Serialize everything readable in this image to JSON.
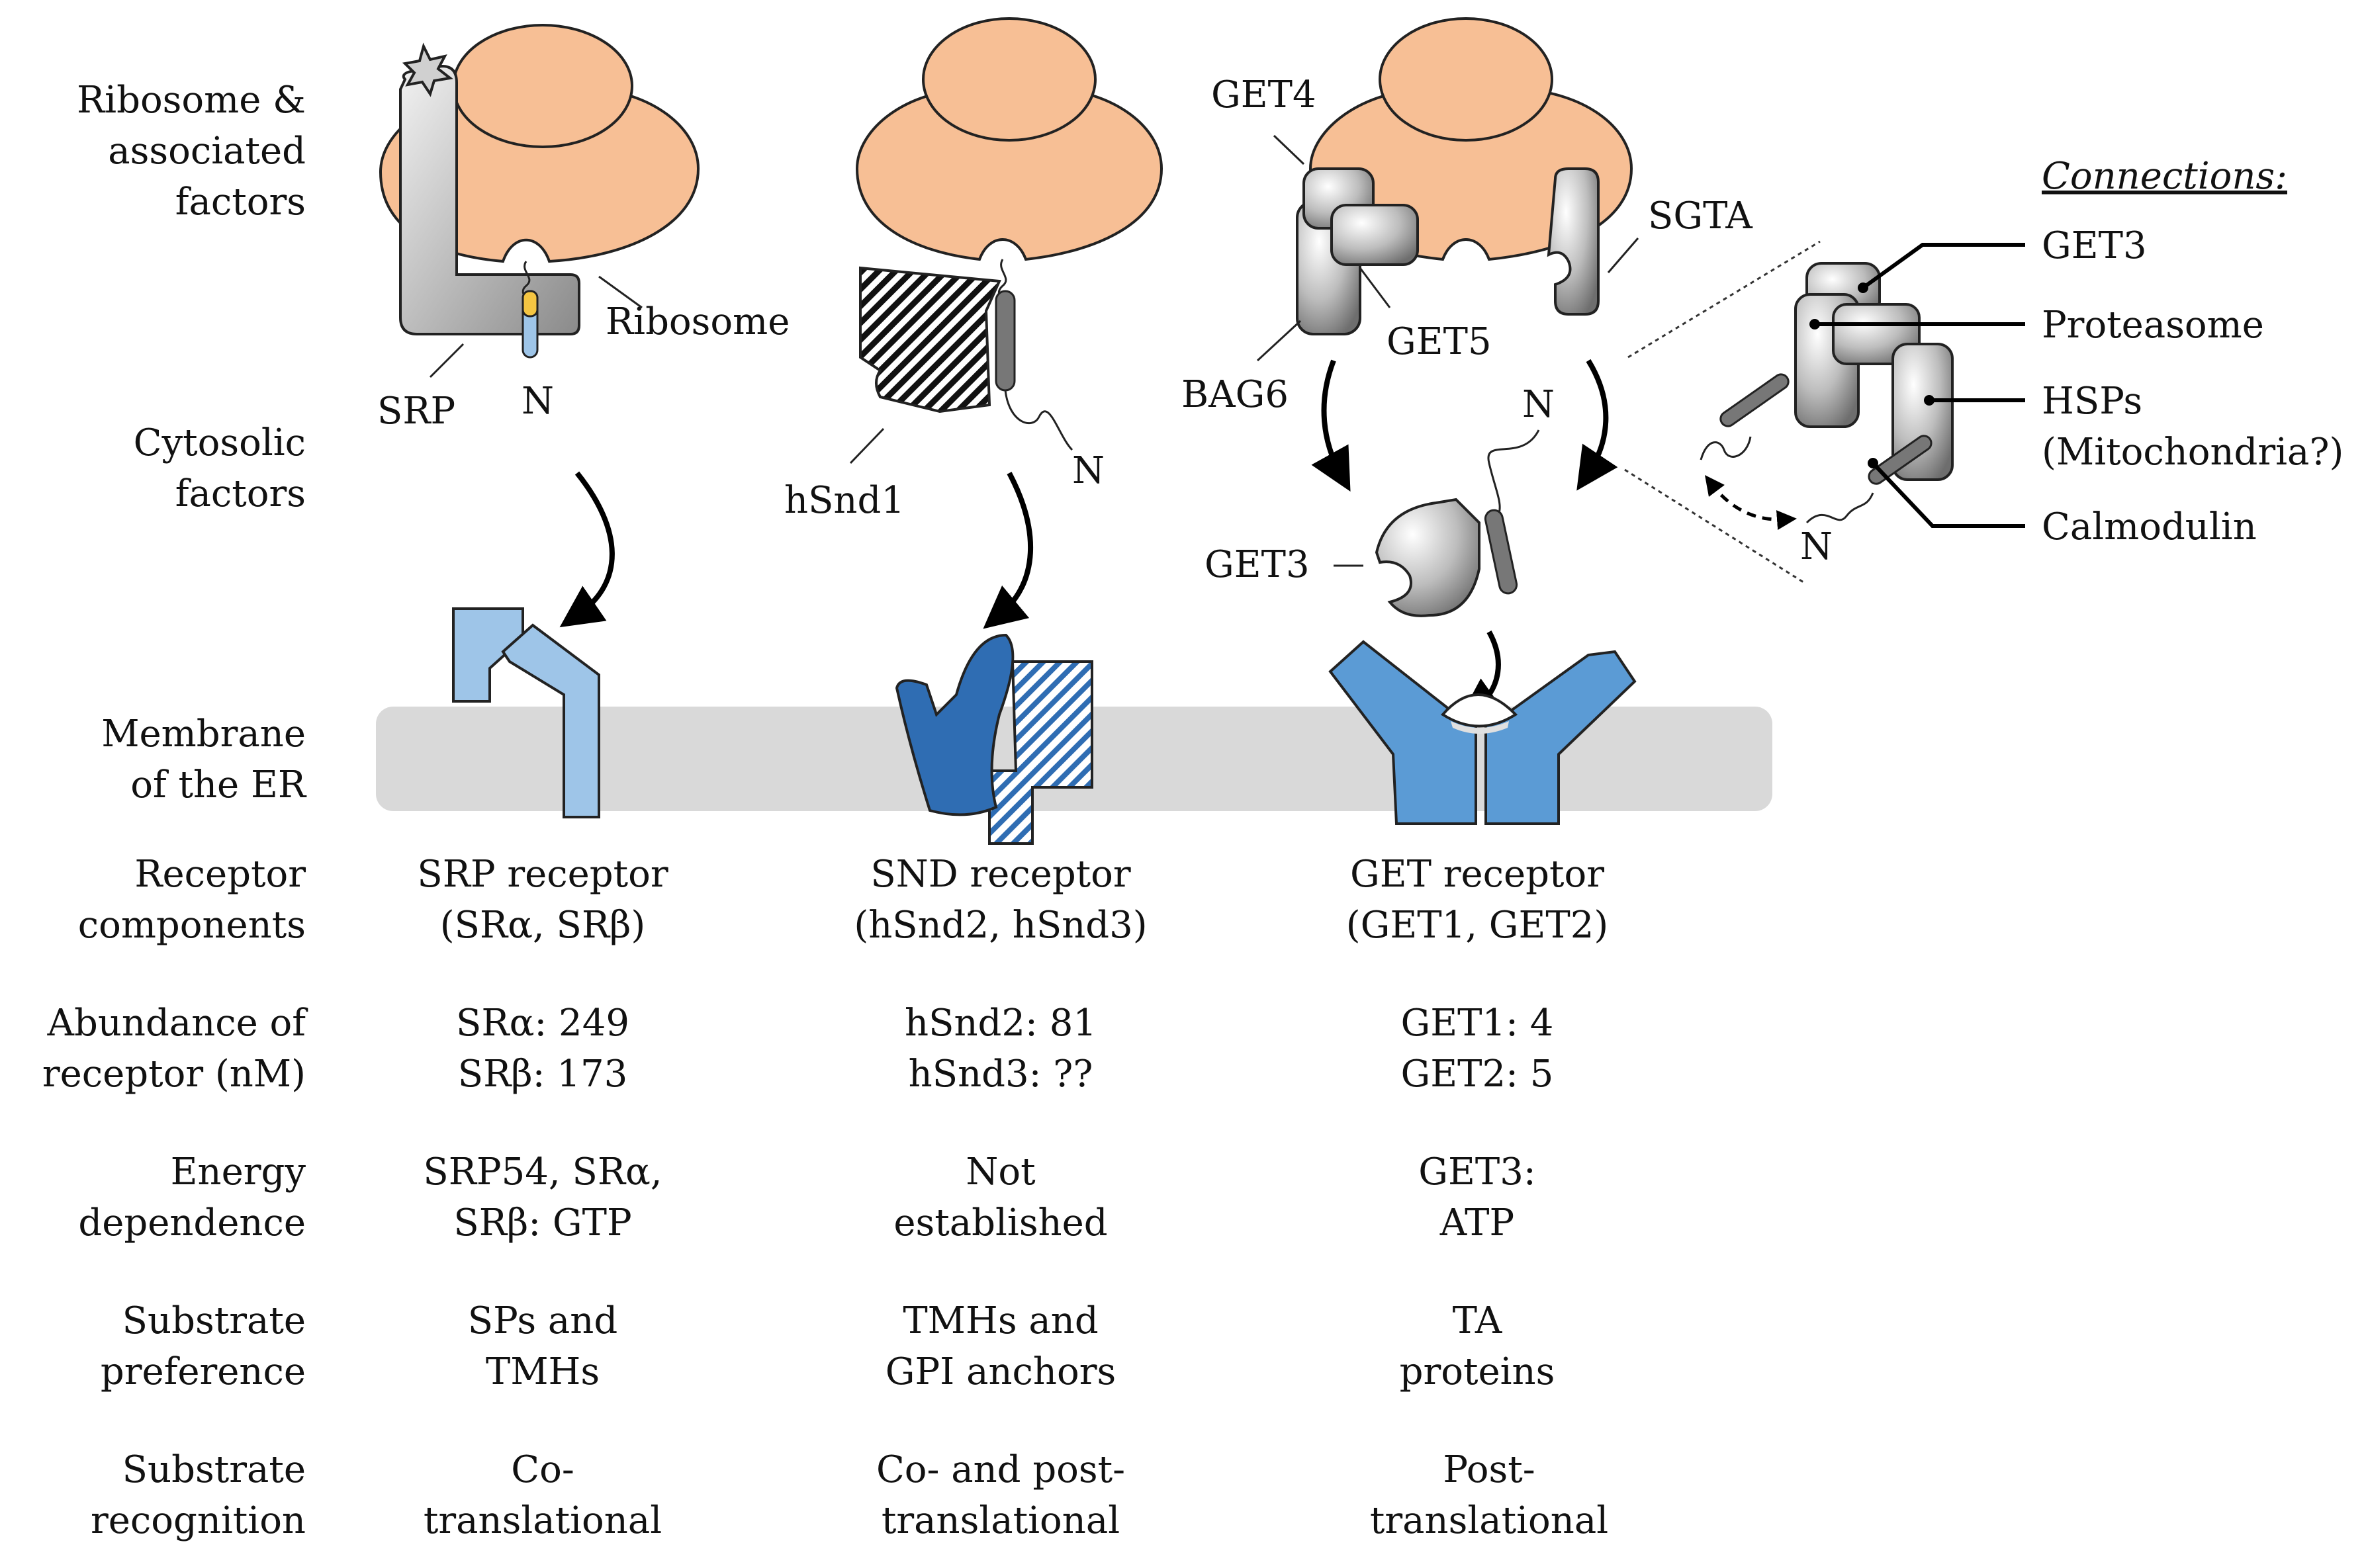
{
  "row_labels": {
    "ribosome": [
      "Ribosome &",
      "associated",
      "factors"
    ],
    "cytosolic": [
      "Cytosolic",
      "factors"
    ],
    "membrane": [
      "Membrane",
      "of the ER"
    ],
    "receptor_components": [
      "Receptor",
      "components"
    ],
    "abundance": [
      "Abundance  of",
      "receptor (nM)"
    ],
    "energy": [
      "Energy",
      "dependence"
    ],
    "substrate_preference": [
      "Substrate",
      "preference"
    ],
    "substrate_recognition": [
      "Substrate",
      "recognition"
    ]
  },
  "labels": {
    "srp": "SRP",
    "ribosome": "Ribosome",
    "n_terminus": "N",
    "hsnd1": "hSnd1",
    "get4": "GET4",
    "get5": "GET5",
    "bag6": "BAG6",
    "sgta": "SGTA",
    "get3": "GET3"
  },
  "connections": {
    "title": "Connections:",
    "items": [
      "GET3",
      "Proteasome",
      "HSPs",
      "(Mitochondria?)",
      "Calmodulin"
    ]
  },
  "columns": [
    {
      "receptor": [
        "SRP receptor",
        "(SRα, SRβ)"
      ],
      "abundance": [
        "SRα: 249",
        "SRβ: 173"
      ],
      "energy": [
        "SRP54, SRα,",
        "SRβ: GTP"
      ],
      "preference": [
        "SPs and",
        "TMHs"
      ],
      "recognition": [
        "Co-",
        "translational"
      ]
    },
    {
      "receptor": [
        "SND receptor",
        "(hSnd2, hSnd3)"
      ],
      "abundance": [
        "hSnd2: 81",
        "hSnd3: ??"
      ],
      "energy": [
        "Not",
        "established"
      ],
      "preference": [
        "TMHs and",
        "GPI anchors"
      ],
      "recognition": [
        "Co- and post-",
        "translational"
      ]
    },
    {
      "receptor": [
        "GET receptor",
        "(GET1, GET2)"
      ],
      "abundance": [
        "GET1: 4",
        "GET2: 5"
      ],
      "energy": [
        "GET3:",
        "ATP"
      ],
      "preference": [
        "TA",
        "proteins"
      ],
      "recognition": [
        "Post-",
        "translational"
      ]
    }
  ],
  "colors": {
    "ribosome": "#f7bf95",
    "membrane": "#d9d9d9",
    "srp_receptor": "#9ec5e8",
    "snd_receptor": "#2f6db3",
    "get_receptor": "#5b9bd5",
    "grey_factor": "#b8b8b8"
  }
}
